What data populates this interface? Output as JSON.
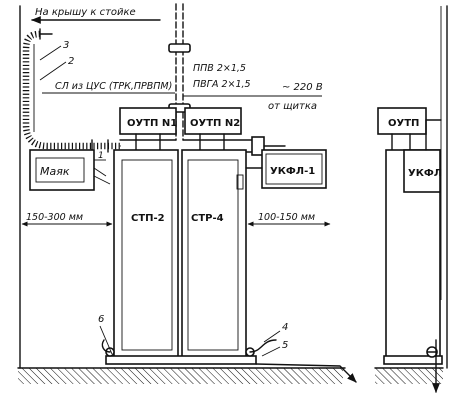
{
  "labels": {
    "roof": "На крышу к стойке",
    "num3": "3",
    "num2": "2",
    "sl": "СЛ из ЦУС (ТРК,ПРВПМ)",
    "ppv": "ППВ 2×1,5",
    "pvga": "ПВГА 2×1,5",
    "voltage": "~ 220 В",
    "panel": "от щитка",
    "num1": "1",
    "outp1": "ОУТП N1",
    "outp2": "ОУТП N2",
    "ukfl1": "УКФЛ-1",
    "stp2": "СТП-2",
    "str4": "СТР-4",
    "dim_left": "150-300 мм",
    "dim_right": "100-150 мм",
    "num6": "6",
    "num4": "4",
    "num5": "5",
    "outp_side": "ОУТП",
    "ukfl_side": "УКФЛ"
  },
  "device_display_text": "Маяк"
}
